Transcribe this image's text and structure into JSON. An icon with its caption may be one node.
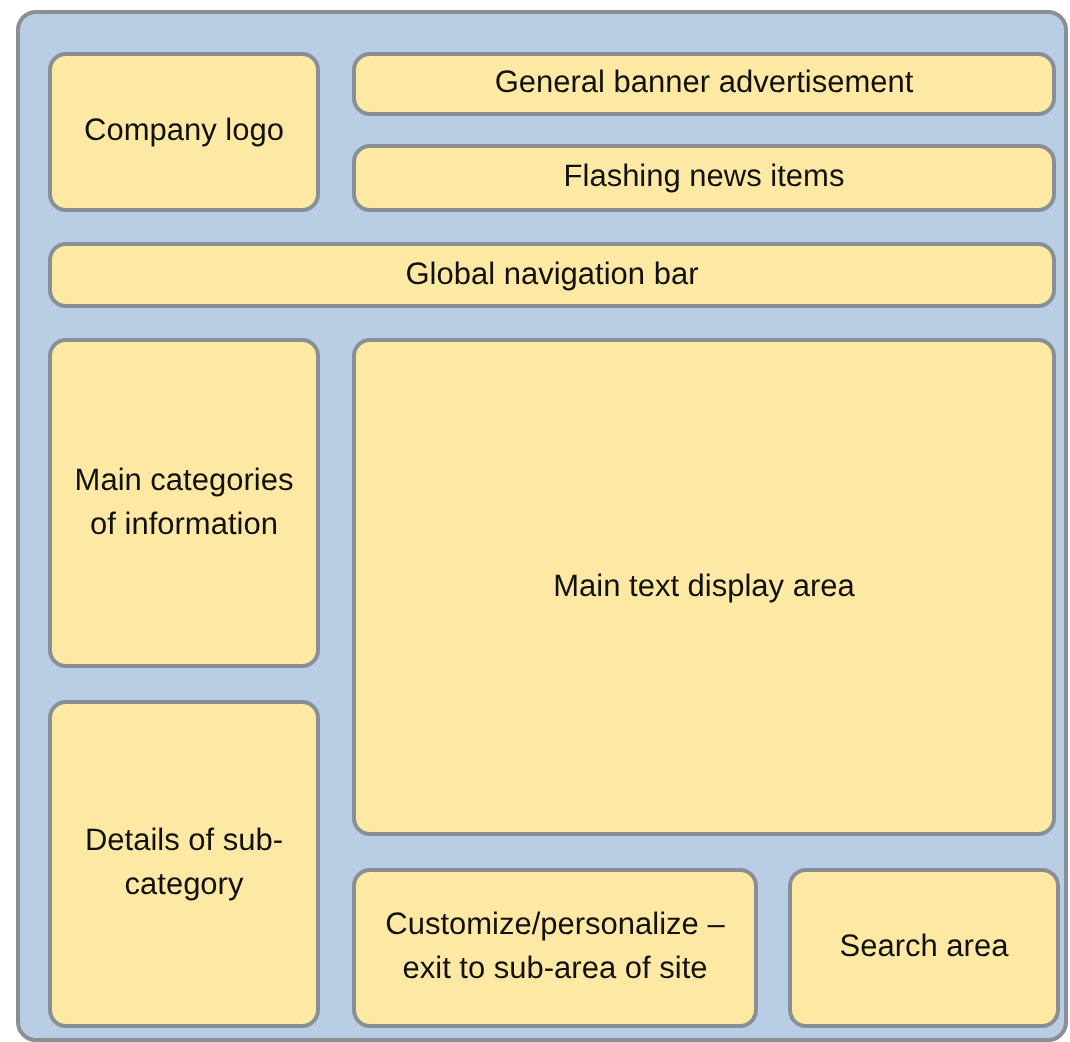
{
  "diagram": {
    "nodes": [
      {
        "text": [],
        "shape": "box"
      },
      {
        "text": [
          "Company logo"
        ],
        "in": 0
      },
      {
        "text": [
          "General banner advertisement"
        ],
        "in": 0
      },
      {
        "text": [
          "Flashing news items"
        ],
        "in": 0
      },
      {
        "text": [
          "Global navigation bar"
        ],
        "in": 0
      },
      {
        "text": [
          "Main categories of information"
        ],
        "in": 0
      },
      {
        "text": [
          "Main text display area"
        ],
        "in": 0
      },
      {
        "text": [
          "Details of sub-category"
        ],
        "in": 0
      },
      {
        "text": [
          "Customize/personalize – exit to sub-area of site"
        ],
        "in": 0
      },
      {
        "text": [
          "Search area"
        ],
        "in": 0
      }
    ]
  }
}
